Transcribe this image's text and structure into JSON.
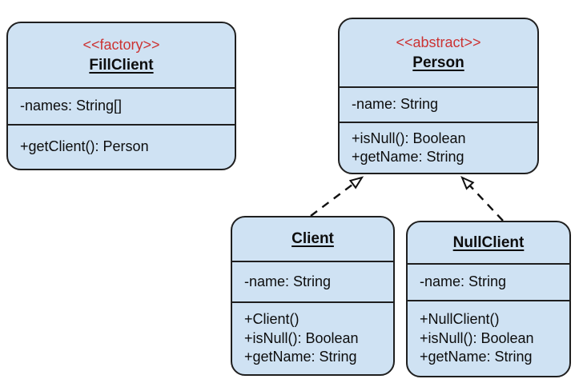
{
  "diagram": {
    "kind": "uml-class-diagram",
    "background_color": "#ffffff",
    "box_fill_color": "#cfe2f3",
    "box_border_color": "#1f1f1f",
    "stereotype_color": "#cc3333",
    "text_color": "#0d0d0d",
    "classes": [
      {
        "id": "fillclient",
        "stereotype": "<<factory>>",
        "name": "FillClient",
        "attributes": [
          "-names: String[]"
        ],
        "methods": [
          "+getClient(): Person"
        ]
      },
      {
        "id": "person",
        "stereotype": "<<abstract>>",
        "name": "Person",
        "attributes": [
          "-name: String"
        ],
        "methods": [
          "+isNull(): Boolean",
          "+getName: String"
        ]
      },
      {
        "id": "client",
        "name": "Client",
        "attributes": [
          "-name: String"
        ],
        "methods": [
          "+Client()",
          "+isNull(): Boolean",
          "+getName: String"
        ]
      },
      {
        "id": "nullclient",
        "name": "NullClient",
        "attributes": [
          "-name: String"
        ],
        "methods": [
          "+NullClient()",
          "+isNull(): Boolean",
          "+getName: String"
        ]
      }
    ],
    "relationships": [
      {
        "from": "Client",
        "to": "Person",
        "type": "realization",
        "line_style": "dashed",
        "arrowhead": "hollow-triangle"
      },
      {
        "from": "NullClient",
        "to": "Person",
        "type": "realization",
        "line_style": "dashed",
        "arrowhead": "hollow-triangle"
      }
    ]
  }
}
